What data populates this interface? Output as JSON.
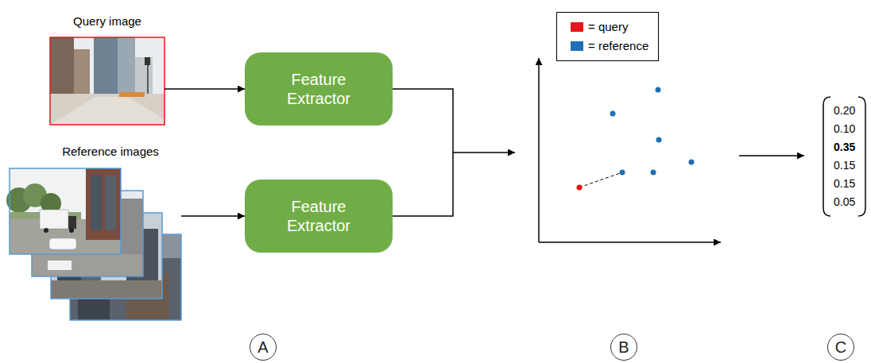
{
  "diagram": {
    "nodes": [
      {
        "text": [
          "Query image"
        ]
      },
      {
        "text": [
          "Reference images"
        ]
      },
      {
        "text": [
          "Feature Extractor"
        ]
      },
      {
        "text": [
          "Feature Extractor"
        ]
      },
      {
        "text": [
          "A"
        ]
      },
      {
        "text": [
          "B"
        ]
      },
      {
        "text": [
          "C"
        ]
      }
    ],
    "edges": [
      {
        "from": 0,
        "to": 2,
        "arrow": "to"
      },
      {
        "from": 1,
        "to": 3,
        "arrow": "to"
      }
    ],
    "labels": [
      "0.20",
      "0.10",
      "0.35",
      "0.15",
      "0.15",
      "0.05"
    ],
    "legend": [
      {
        "text": "= query",
        "color": "#e8141c"
      },
      {
        "text": "= reference",
        "color": "#1f6fb5"
      }
    ]
  }
}
